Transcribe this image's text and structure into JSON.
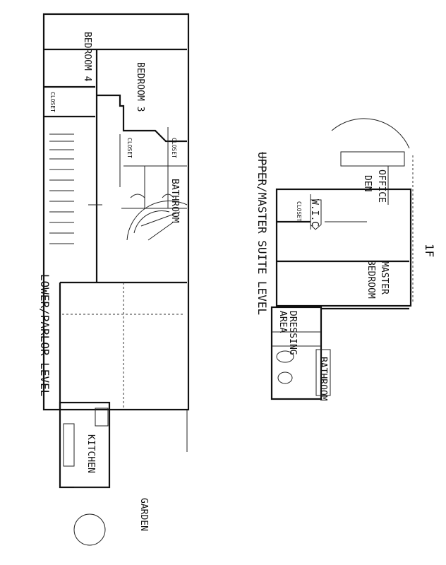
{
  "lower_level": {
    "title": "LOWER/PARLOR LEVEL",
    "rooms": {
      "bedroom4": "BEDROOM 4",
      "bedroom3": "BEDROOM 3",
      "closet_a": "CLOSET",
      "closet_b": "CLOSET",
      "closet_c": "CLOSET",
      "bathroom": "BATHROOM",
      "kitchen": "KITCHEN",
      "garden": "GARDEN"
    }
  },
  "upper_level": {
    "title": "UPPER/MASTER SUITE LEVEL",
    "rooms": {
      "office": "OFFICE",
      "den": "DEN",
      "wic": "W.I.C",
      "closet": "CLOSET",
      "master": "MASTER",
      "bedroom": "BEDROOM",
      "dressing": "DRESSING",
      "area": "AREA",
      "bathroom": "BATHROOM"
    }
  },
  "floor_marker": "1F"
}
